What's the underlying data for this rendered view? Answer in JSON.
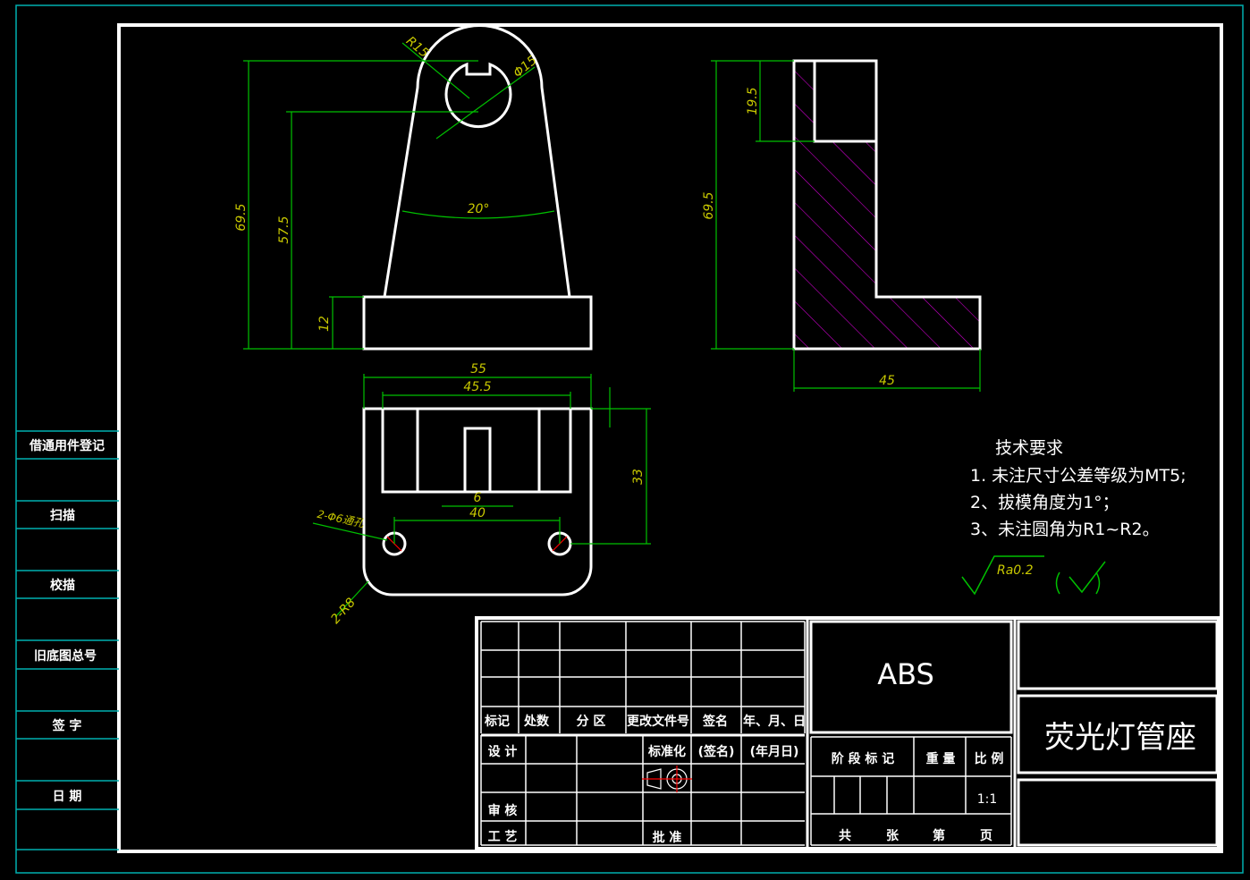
{
  "drawing": {
    "title": "荧光灯管座",
    "material": "ABS",
    "scale": "1:1"
  },
  "side_strip": {
    "items": [
      "借通用件登记",
      "扫描",
      "校描",
      "旧底图总号",
      "签 字",
      "日 期"
    ]
  },
  "dimensions": {
    "r15": "R15",
    "phi15": "Φ15",
    "angle20": "20°",
    "h69_5_front": "69.5",
    "h57_5": "57.5",
    "h12": "12",
    "h19_5": "19.5",
    "h69_5_side": "69.5",
    "w45": "45",
    "w55": "55",
    "w45_5": "45.5",
    "w6": "6",
    "w40": "40",
    "h33": "33",
    "holes": "2-Φ6通孔",
    "r8": "2-R8"
  },
  "tech_requirements": {
    "heading": "技术要求",
    "items": [
      "1. 未注尺寸公差等级为MT5;",
      "2、拔模角度为1°；",
      "3、未注圆角为R1~R2。"
    ]
  },
  "roughness": {
    "value": "Ra0.2"
  },
  "title_block": {
    "revision_headers": [
      "标记",
      "处数",
      "分 区",
      "更改文件号",
      "签名",
      "年、月、日"
    ],
    "design": "设 计",
    "review": "审 核",
    "process": "工 艺",
    "standardize": "标准化",
    "sign": "(签名)",
    "date": "(年月日)",
    "approve": "批 准",
    "stage_mark": "阶 段 标 记",
    "weight": "重 量",
    "ratio": "比 例",
    "total": "共",
    "sheets": "张",
    "no": "第",
    "page": "页"
  },
  "colors": {
    "outline": "#ffffff",
    "dimension": "#00c000",
    "dimension_text": "#c8c800",
    "hatch": "#cc00cc",
    "center_mark": "#ff0000",
    "frame": "#00b0b0"
  }
}
